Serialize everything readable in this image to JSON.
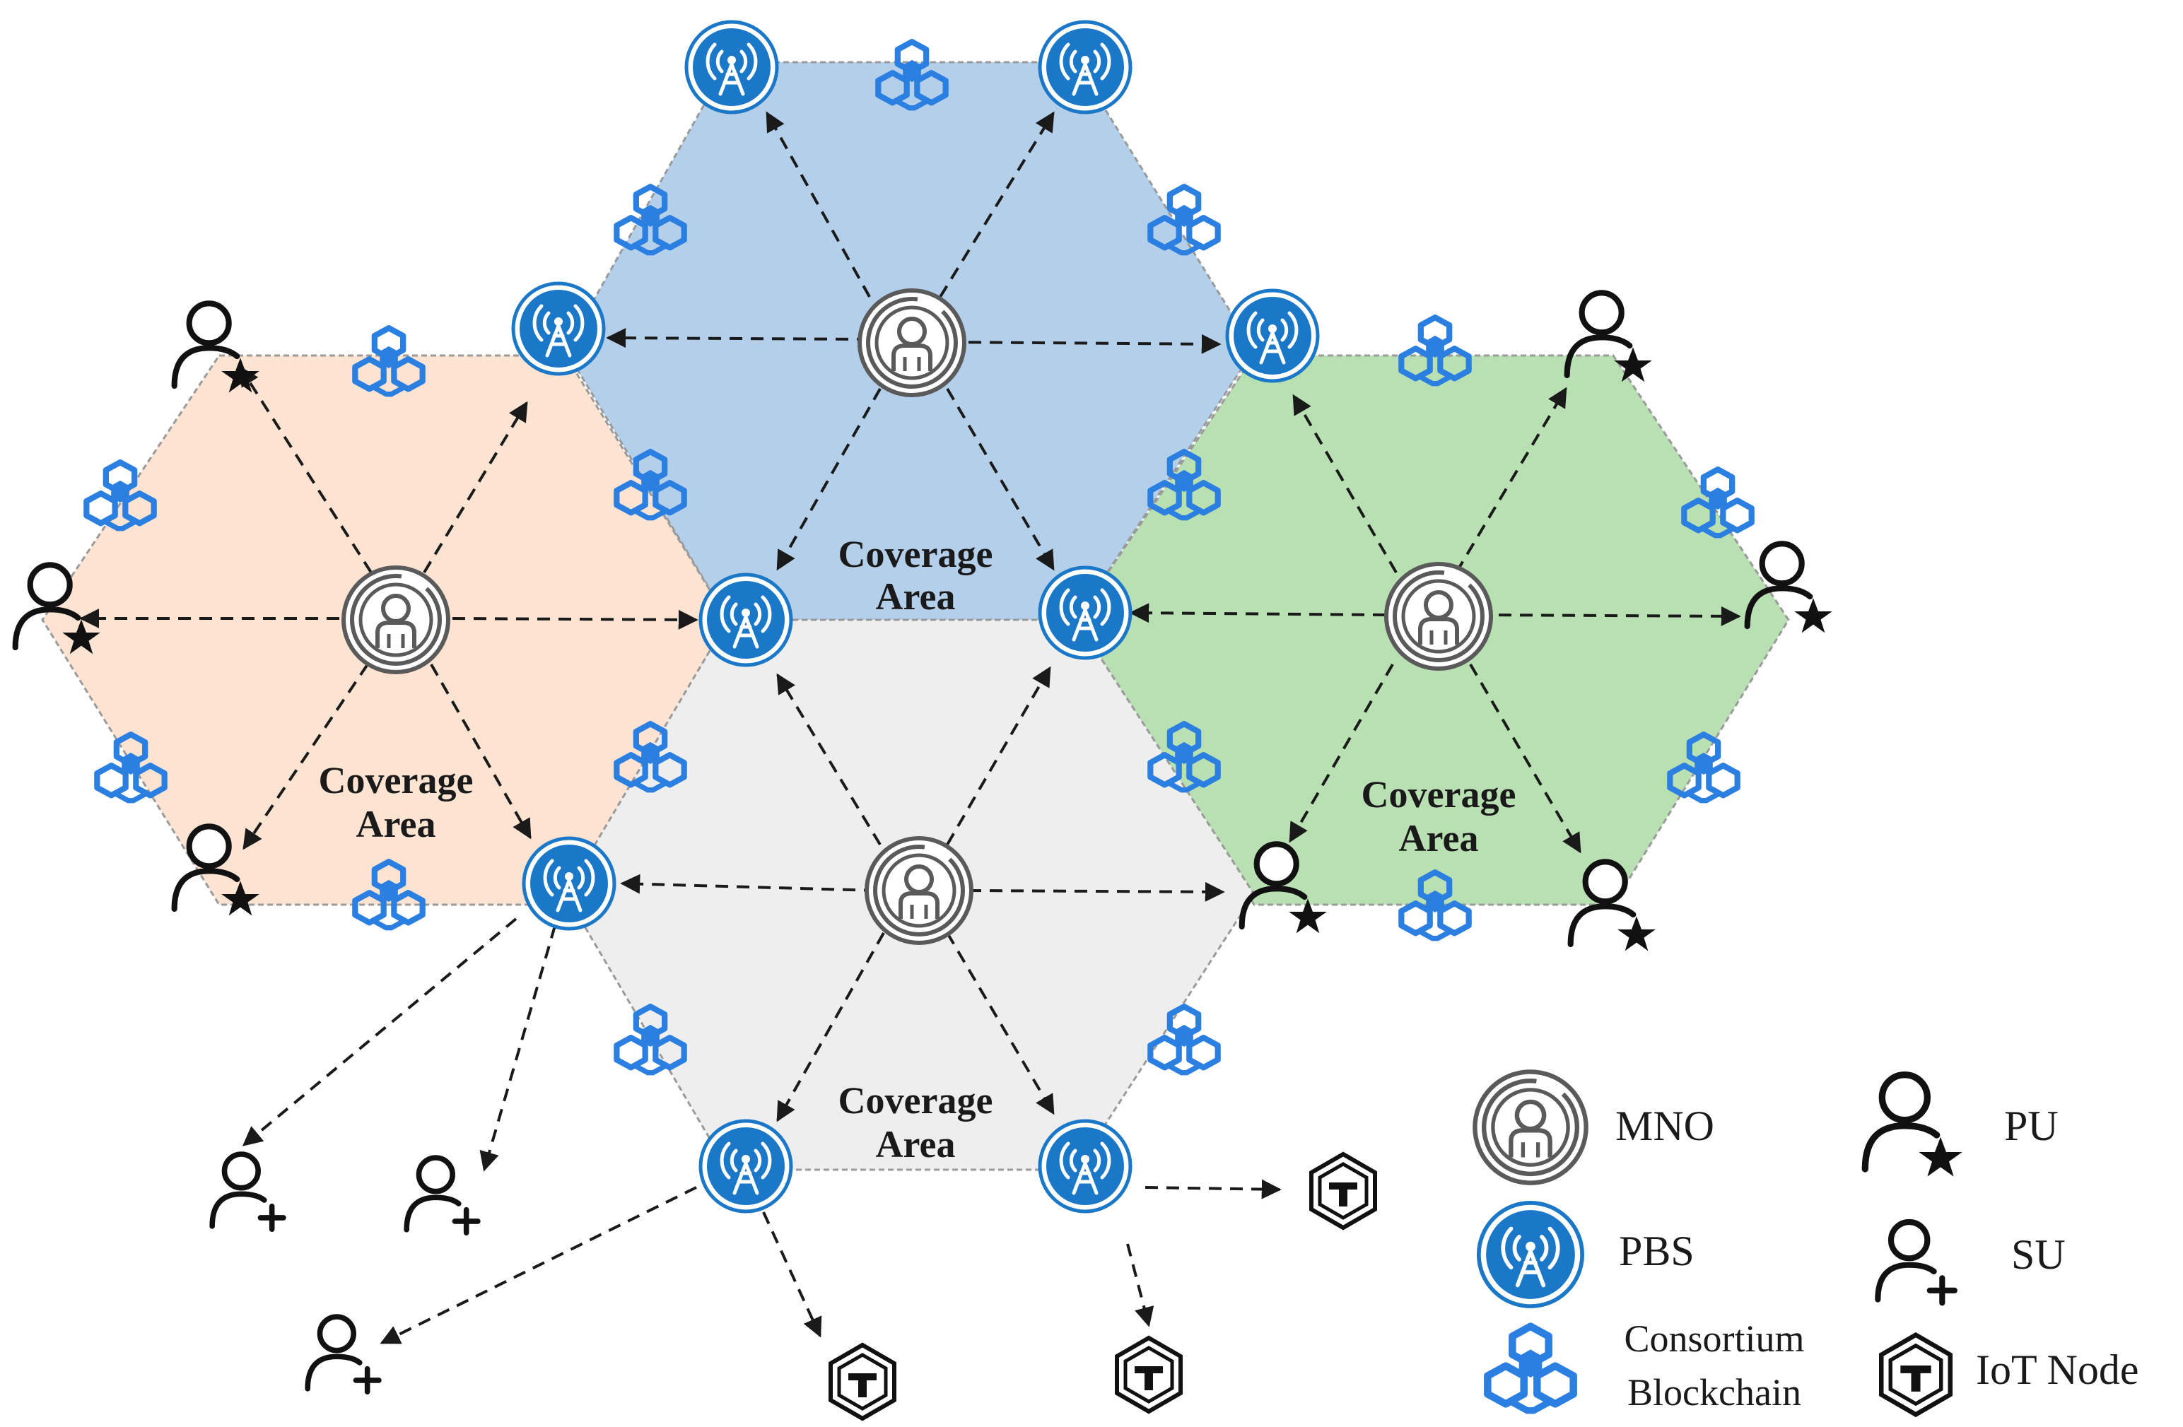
{
  "coverage_label_line1": "Coverage",
  "coverage_label_line2": "Area",
  "colors": {
    "hex_top": "#b4cfea",
    "hex_left": "#fde3d2",
    "hex_right": "#b9e0b3",
    "hex_bottom": "#eeeeee",
    "hex_stroke": "#9a9a9a",
    "pbs_blue": "#1b78c8",
    "blockchain_blue": "#2a7fe0",
    "mno_gray": "#5a5a5a",
    "arrow": "#1a1a1a"
  },
  "legend": {
    "mno": "MNO",
    "pbs": "PBS",
    "blockchain_line1": "Consortium",
    "blockchain_line2": "Blockchain",
    "pu": "PU",
    "su": "SU",
    "iot": "IoT Node"
  },
  "icons": {
    "mno": "mno-operator-icon",
    "pbs": "base-station-antenna-icon",
    "blockchain": "cube-cluster-icon",
    "pu": "person-star-icon",
    "su": "person-plus-icon",
    "iot": "hexagon-node-icon"
  }
}
